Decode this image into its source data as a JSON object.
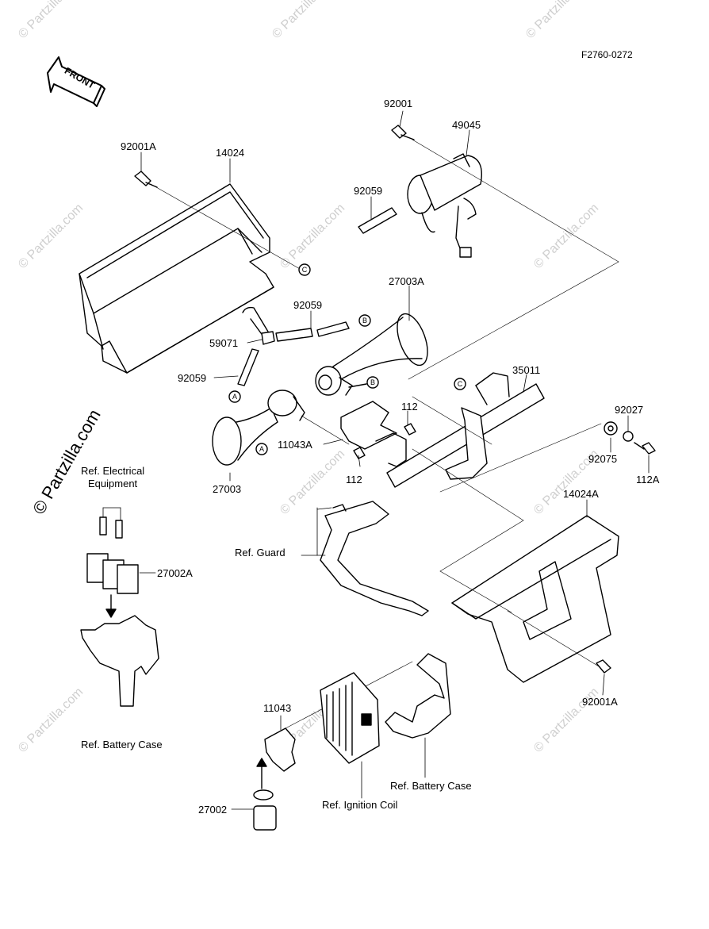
{
  "diagram_code": "F2760-0272",
  "front_label": "FRONT",
  "watermark_text": "© Partzilla.com",
  "parts": {
    "p92001": "92001",
    "p49045": "49045",
    "p92001A_top": "92001A",
    "p14024": "14024",
    "p92059_top": "92059",
    "p92059_mid": "92059",
    "p27003A": "27003A",
    "p59071": "59071",
    "p92059_low": "92059",
    "p35011": "35011",
    "p112_a": "112",
    "p92027": "92027",
    "p11043A": "11043A",
    "p112_b": "112",
    "p92075": "92075",
    "p112A": "112A",
    "p27003": "27003",
    "p14024A": "14024A",
    "p27002A": "27002A",
    "p92001A_bot": "92001A",
    "p11043": "11043",
    "p27002": "27002"
  },
  "refs": {
    "electrical": "Ref. Electrical\nEquipment",
    "guard": "Ref. Guard",
    "battery_case_left": "Ref. Battery Case",
    "battery_case_right": "Ref. Battery Case",
    "ignition_coil": "Ref. Ignition Coil"
  },
  "callouts": {
    "a": "A",
    "b": "B",
    "c": "C"
  }
}
